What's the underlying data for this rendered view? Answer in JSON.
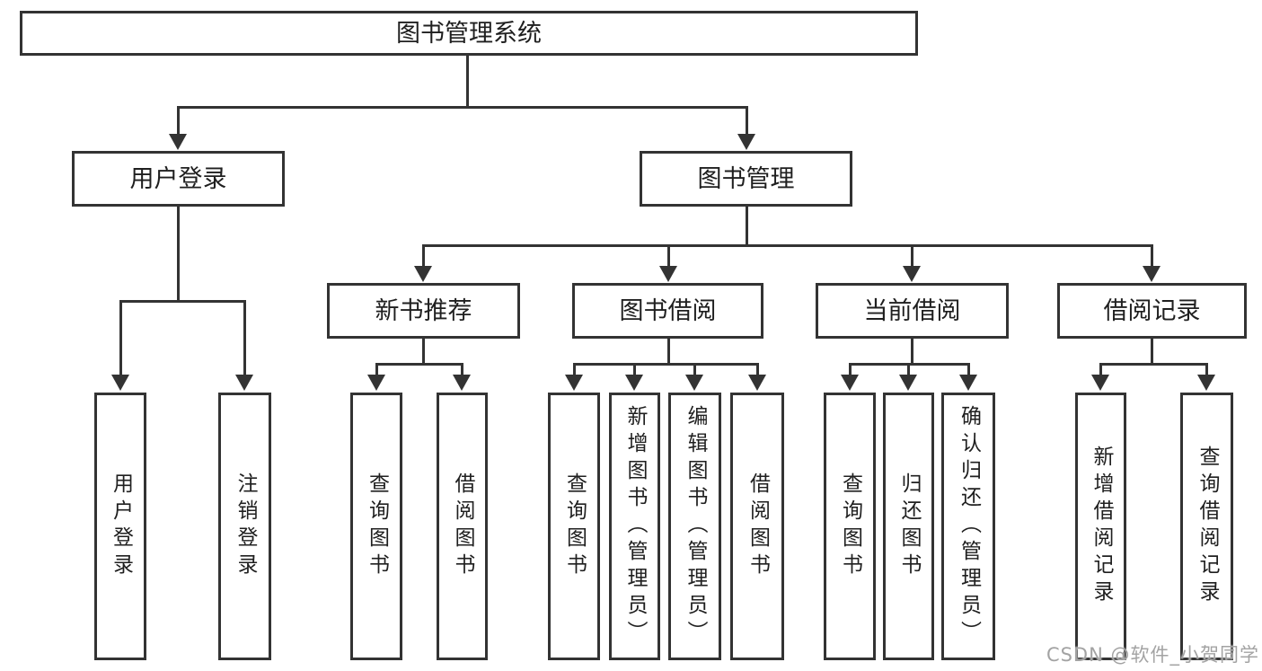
{
  "diagram": {
    "root": {
      "label": "图书管理系统"
    },
    "level2": [
      {
        "label": "用户登录",
        "children": [
          {
            "label": "用户登录"
          },
          {
            "label": "注销登录"
          }
        ]
      },
      {
        "label": "图书管理"
      }
    ],
    "level3": [
      {
        "label": "新书推荐",
        "children": [
          {
            "label": "查询图书"
          },
          {
            "label": "借阅图书"
          }
        ]
      },
      {
        "label": "图书借阅",
        "children": [
          {
            "label": "查询图书"
          },
          {
            "label": "新增图书（管理员）"
          },
          {
            "label": "编辑图书（管理员）"
          },
          {
            "label": "借阅图书"
          }
        ]
      },
      {
        "label": "当前借阅",
        "children": [
          {
            "label": "查询图书"
          },
          {
            "label": "归还图书"
          },
          {
            "label": "确认归还（管理员）"
          }
        ]
      },
      {
        "label": "借阅记录",
        "children": [
          {
            "label": "新增借阅记录"
          },
          {
            "label": "查询借阅记录"
          }
        ]
      }
    ],
    "watermark": "CSDN @软件_小贺同学",
    "colors": {
      "line": "#333333",
      "text": "#1f1f1f",
      "box_fill": "#ffffff",
      "watermark": "#a3a3a3"
    }
  }
}
